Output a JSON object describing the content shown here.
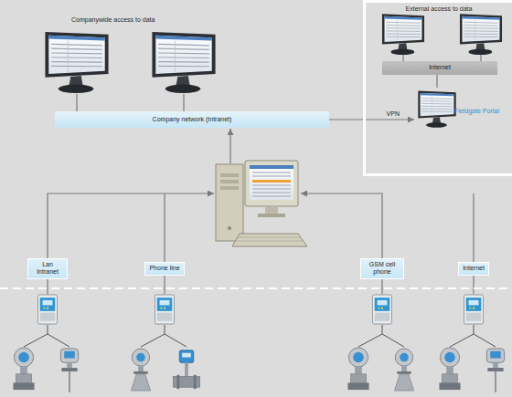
{
  "diagram": {
    "nodes": [
      {
        "text": [
          "External access to data"
        ]
      },
      {
        "text": [
          "Internet"
        ],
        "in": 0
      },
      {
        "text": [
          "Fieldgate Portal"
        ],
        "in": 0
      },
      {
        "text": [
          "Company network (Intranet)"
        ]
      },
      {
        "text": [
          "Lan Intranet"
        ]
      },
      {
        "text": [
          "Phone line"
        ]
      },
      {
        "text": [
          "GSM cell phone"
        ]
      },
      {
        "text": [
          "Internet"
        ]
      }
    ],
    "edges": [
      {
        "from": 3,
        "to": 2,
        "label": "VPN",
        "arrow": "to"
      },
      {
        "from": 2,
        "to": 1,
        "arrow": "none"
      }
    ],
    "labels": [
      "Companywide access to data"
    ]
  }
}
